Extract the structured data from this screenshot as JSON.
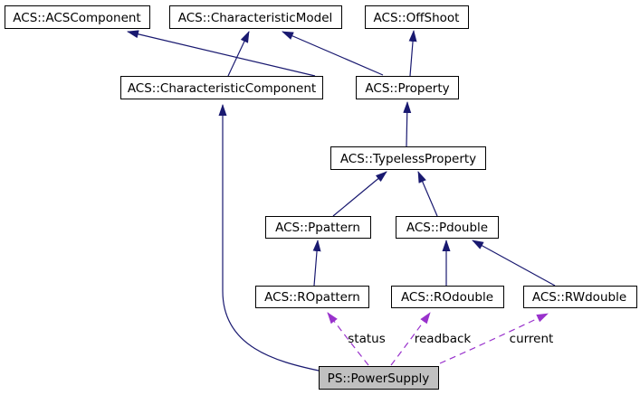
{
  "diagram": {
    "type": "class-inheritance-graph",
    "colors": {
      "background": "#ffffff",
      "node_fill": "#ffffff",
      "node_border": "#000000",
      "highlight_node_fill": "#c0c0c0",
      "inheritance_edge": "#191970",
      "usage_edge": "#9932cc",
      "text": "#000000"
    },
    "nodes": [
      {
        "label": "ACS::ACSComponent"
      },
      {
        "label": "ACS::CharacteristicModel"
      },
      {
        "label": "ACS::OffShoot"
      },
      {
        "label": "ACS::CharacteristicComponent"
      },
      {
        "label": "ACS::Property"
      },
      {
        "label": "ACS::TypelessProperty"
      },
      {
        "label": "ACS::Ppattern"
      },
      {
        "label": "ACS::Pdouble"
      },
      {
        "label": "ACS::ROpattern"
      },
      {
        "label": "ACS::ROdouble"
      },
      {
        "label": "ACS::RWdouble"
      },
      {
        "label": "PS::PowerSupply"
      }
    ],
    "edges": [
      {
        "from": "ACS::CharacteristicComponent",
        "to": "ACS::ACSComponent",
        "type": "inheritance"
      },
      {
        "from": "ACS::CharacteristicComponent",
        "to": "ACS::CharacteristicModel",
        "type": "inheritance"
      },
      {
        "from": "ACS::Property",
        "to": "ACS::CharacteristicModel",
        "type": "inheritance"
      },
      {
        "from": "ACS::Property",
        "to": "ACS::OffShoot",
        "type": "inheritance"
      },
      {
        "from": "ACS::TypelessProperty",
        "to": "ACS::Property",
        "type": "inheritance"
      },
      {
        "from": "ACS::Ppattern",
        "to": "ACS::TypelessProperty",
        "type": "inheritance"
      },
      {
        "from": "ACS::Pdouble",
        "to": "ACS::TypelessProperty",
        "type": "inheritance"
      },
      {
        "from": "ACS::ROpattern",
        "to": "ACS::Ppattern",
        "type": "inheritance"
      },
      {
        "from": "ACS::ROdouble",
        "to": "ACS::Pdouble",
        "type": "inheritance"
      },
      {
        "from": "ACS::RWdouble",
        "to": "ACS::Pdouble",
        "type": "inheritance"
      },
      {
        "from": "PS::PowerSupply",
        "to": "ACS::CharacteristicComponent",
        "type": "inheritance"
      },
      {
        "from": "PS::PowerSupply",
        "to": "ACS::ROpattern",
        "type": "usage",
        "label": "status"
      },
      {
        "from": "PS::PowerSupply",
        "to": "ACS::ROdouble",
        "type": "usage",
        "label": "readback"
      },
      {
        "from": "PS::PowerSupply",
        "to": "ACS::RWdouble",
        "type": "usage",
        "label": "current"
      }
    ],
    "edge_labels": [
      {
        "text": "status"
      },
      {
        "text": "readback"
      },
      {
        "text": "current"
      }
    ]
  }
}
